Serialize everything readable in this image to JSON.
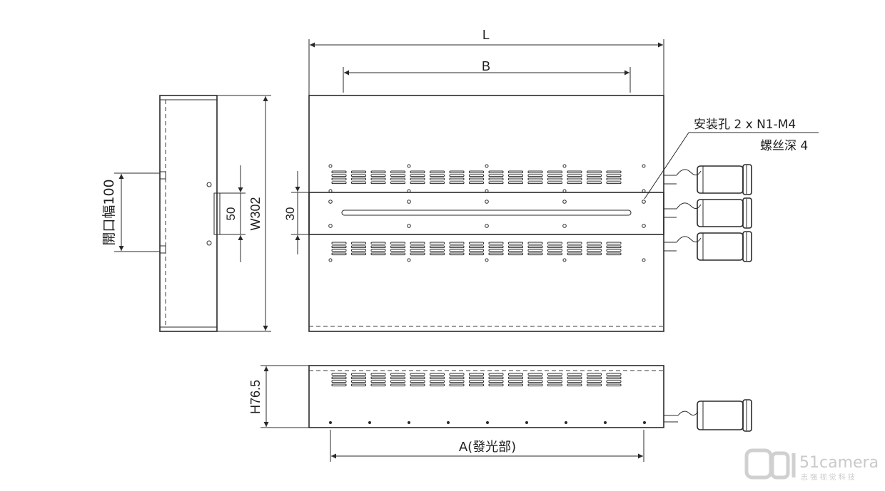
{
  "labels": {
    "length": "L",
    "pitch": "B",
    "mount_line1": "安装孔 2 x N1-M4",
    "mount_line2": "螺丝深 4",
    "width": "W302",
    "height": "H76.5",
    "opening_width": "開口幅100",
    "slot_50": "50",
    "slot_30": "30",
    "emitting_length": "A(發光部)"
  },
  "watermark": {
    "brand": "51camera",
    "tagline": "志 强 视 觉 科 技"
  },
  "colors": {
    "line": "#2a2a2a",
    "background": "#ffffff",
    "watermark": "#c9c9c9"
  }
}
